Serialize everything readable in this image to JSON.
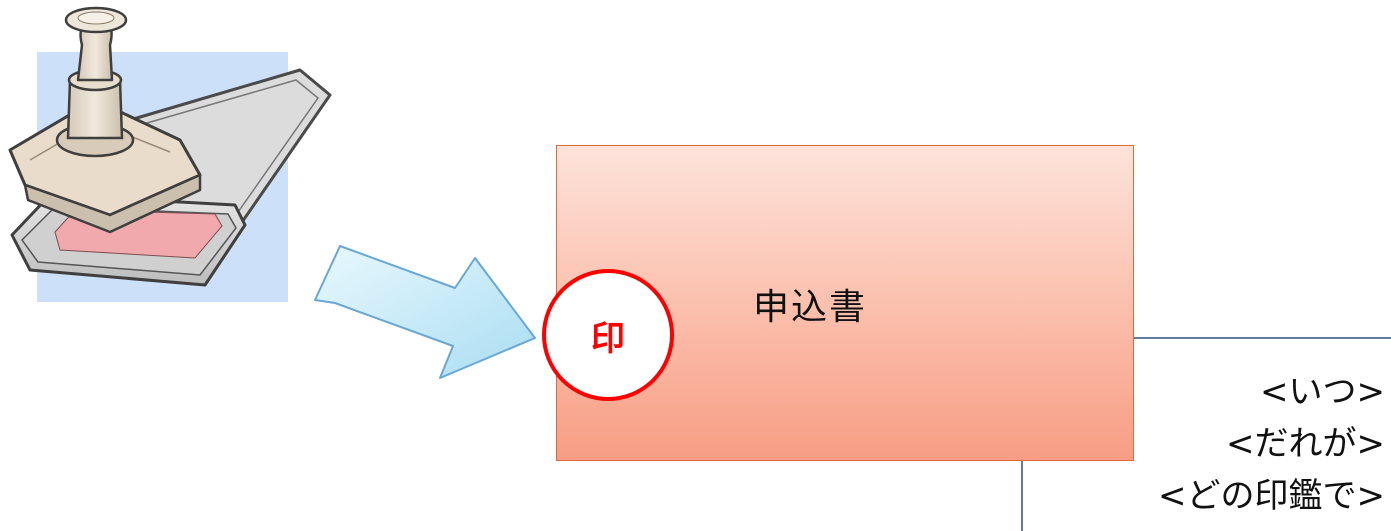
{
  "document": {
    "title": "申込書",
    "seal_char": "印"
  },
  "callout": {
    "lines": [
      "<いつ>",
      "<だれが>",
      "<どの印鑑で>"
    ]
  },
  "colors": {
    "seal": "#ff0000",
    "document_border": "#e06a3a",
    "document_fill_top": "#fde3da",
    "document_fill_bottom": "#f79d84",
    "arrow_fill": "#cdeefa",
    "arrow_stroke": "#6aa8d4",
    "callout_line": "#2f4f7a",
    "stamp_bg": "#cce0fa",
    "ink_pad": "#f2a9ad"
  },
  "icons": {
    "stamp": "rubber-stamp-and-ink-pad-icon",
    "arrow": "right-arrow-icon"
  }
}
